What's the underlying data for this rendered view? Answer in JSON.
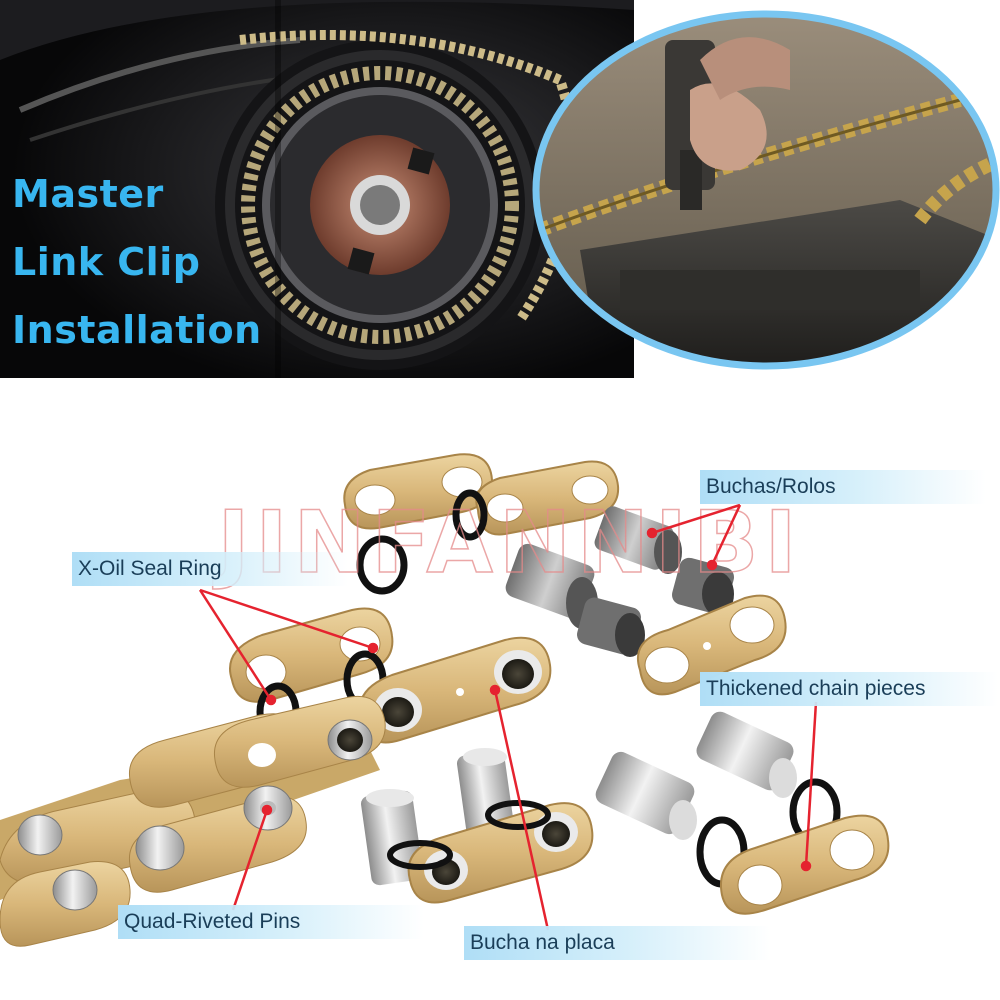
{
  "banner": {
    "title_lines": [
      "Master",
      "Link Clip",
      "Installation"
    ]
  },
  "watermark": "JINFANNIBI",
  "labels": {
    "bushings_rollers": "Buchas/Rolos",
    "x_oil_seal_ring": "X-Oil Seal Ring",
    "thickened_chain_pieces": "Thickened chain pieces",
    "quad_riveted_pins": "Quad-Riveted Pins",
    "plate_bushing": "Bucha na placa"
  },
  "colors": {
    "title_blue": "#38b6f0",
    "plate_gold": "#d9b77a",
    "callout_red": "#e5232f",
    "oval_border": "#79c6f1"
  }
}
